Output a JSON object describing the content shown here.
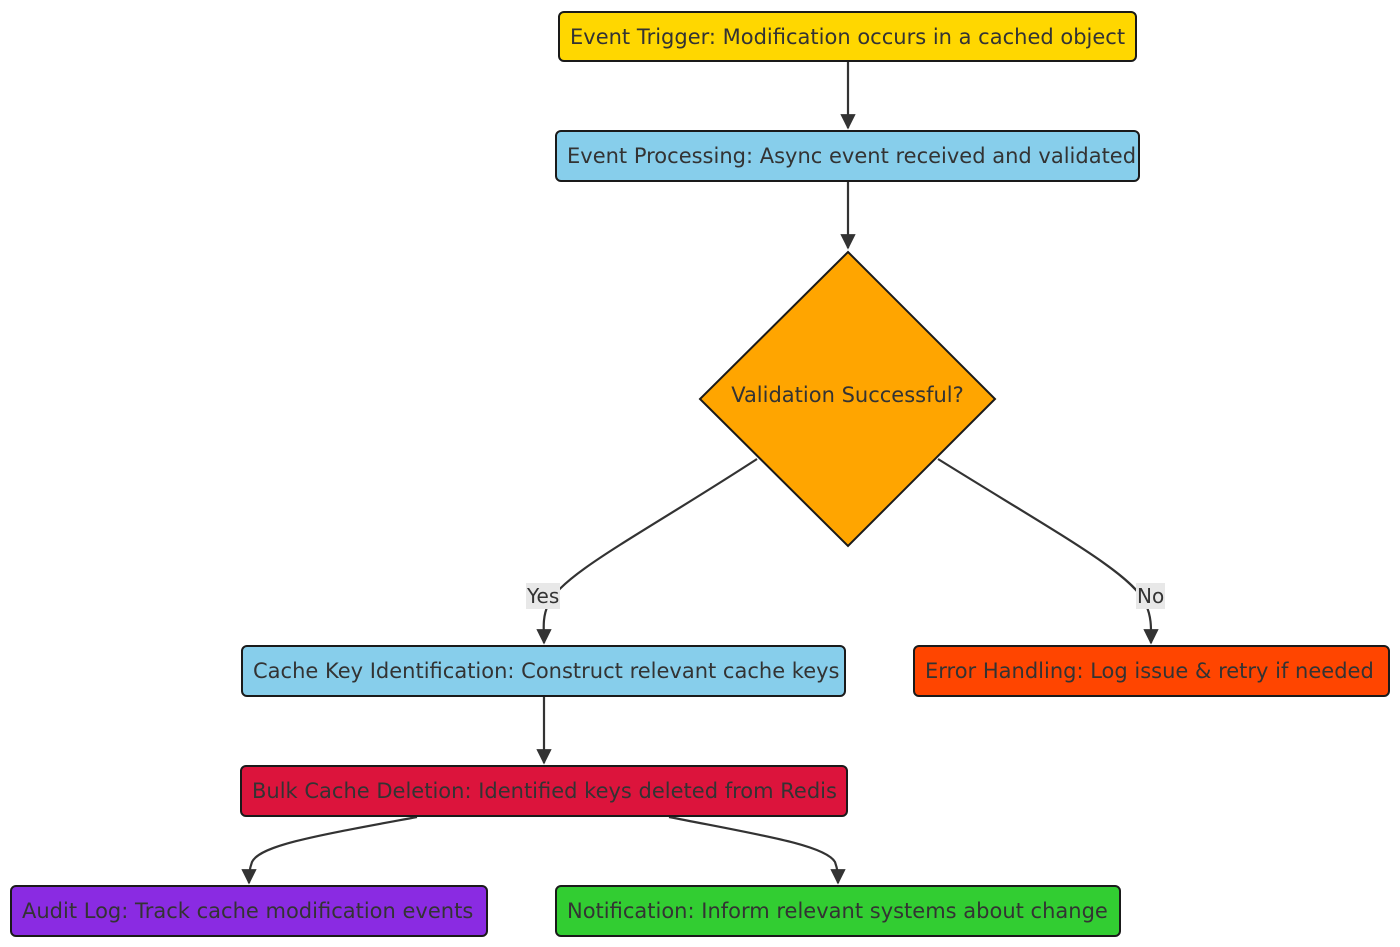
{
  "nodes": {
    "event_trigger": {
      "label": "Event Trigger: Modification occurs in a cached object",
      "color": "#FFD700"
    },
    "event_processing": {
      "label": "Event Processing: Async event received and validated",
      "color": "#87CEEB"
    },
    "validation": {
      "label": "Validation Successful?",
      "color": "#FFA500"
    },
    "cache_key": {
      "label": "Cache Key Identification: Construct relevant cache keys",
      "color": "#87CEEB"
    },
    "error_handling": {
      "label": "Error Handling: Log issue & retry if needed",
      "color": "#FF4500"
    },
    "bulk_deletion": {
      "label": "Bulk Cache Deletion: Identified keys deleted from Redis",
      "color": "#DC143C"
    },
    "audit_log": {
      "label": "Audit Log: Track cache modification events",
      "color": "#8A2BE2"
    },
    "notification": {
      "label": "Notification: Inform relevant systems about change",
      "color": "#32CD32"
    }
  },
  "edge_labels": {
    "yes": "Yes",
    "no": "No"
  }
}
